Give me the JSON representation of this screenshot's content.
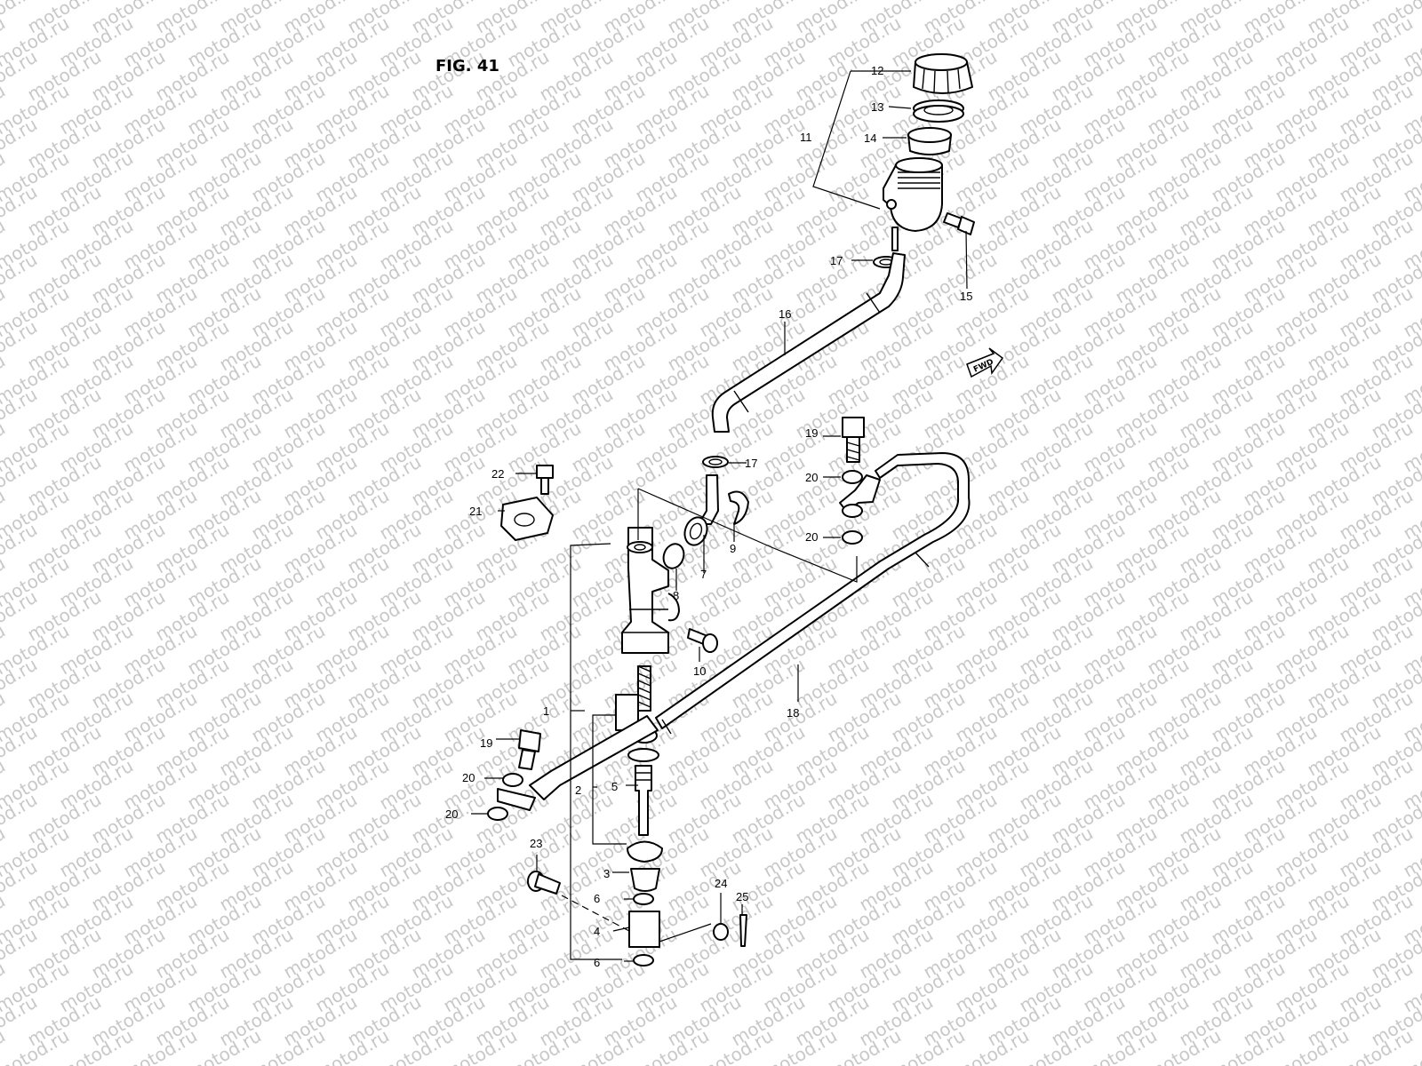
{
  "figure": {
    "title": "FIG. 41"
  },
  "watermark": {
    "text": "motod.ru"
  },
  "direction_badge": {
    "text": "FWD"
  },
  "parts": [
    {
      "id": "p1",
      "label": "1"
    },
    {
      "id": "p2",
      "label": "2"
    },
    {
      "id": "p3",
      "label": "3"
    },
    {
      "id": "p4",
      "label": "4"
    },
    {
      "id": "p5",
      "label": "5"
    },
    {
      "id": "p6a",
      "label": "6"
    },
    {
      "id": "p6b",
      "label": "6"
    },
    {
      "id": "p7",
      "label": "7"
    },
    {
      "id": "p8",
      "label": "8"
    },
    {
      "id": "p9",
      "label": "9"
    },
    {
      "id": "p10",
      "label": "10"
    },
    {
      "id": "p11",
      "label": "11"
    },
    {
      "id": "p12",
      "label": "12"
    },
    {
      "id": "p13",
      "label": "13"
    },
    {
      "id": "p14",
      "label": "14"
    },
    {
      "id": "p15",
      "label": "15"
    },
    {
      "id": "p16",
      "label": "16"
    },
    {
      "id": "p17a",
      "label": "17"
    },
    {
      "id": "p17b",
      "label": "17"
    },
    {
      "id": "p18",
      "label": "18"
    },
    {
      "id": "p19a",
      "label": "19"
    },
    {
      "id": "p19b",
      "label": "19"
    },
    {
      "id": "p20a",
      "label": "20"
    },
    {
      "id": "p20b",
      "label": "20"
    },
    {
      "id": "p20c",
      "label": "20"
    },
    {
      "id": "p20d",
      "label": "20"
    },
    {
      "id": "p21",
      "label": "21"
    },
    {
      "id": "p22",
      "label": "22"
    },
    {
      "id": "p23",
      "label": "23"
    },
    {
      "id": "p24",
      "label": "24"
    },
    {
      "id": "p25",
      "label": "25"
    }
  ]
}
